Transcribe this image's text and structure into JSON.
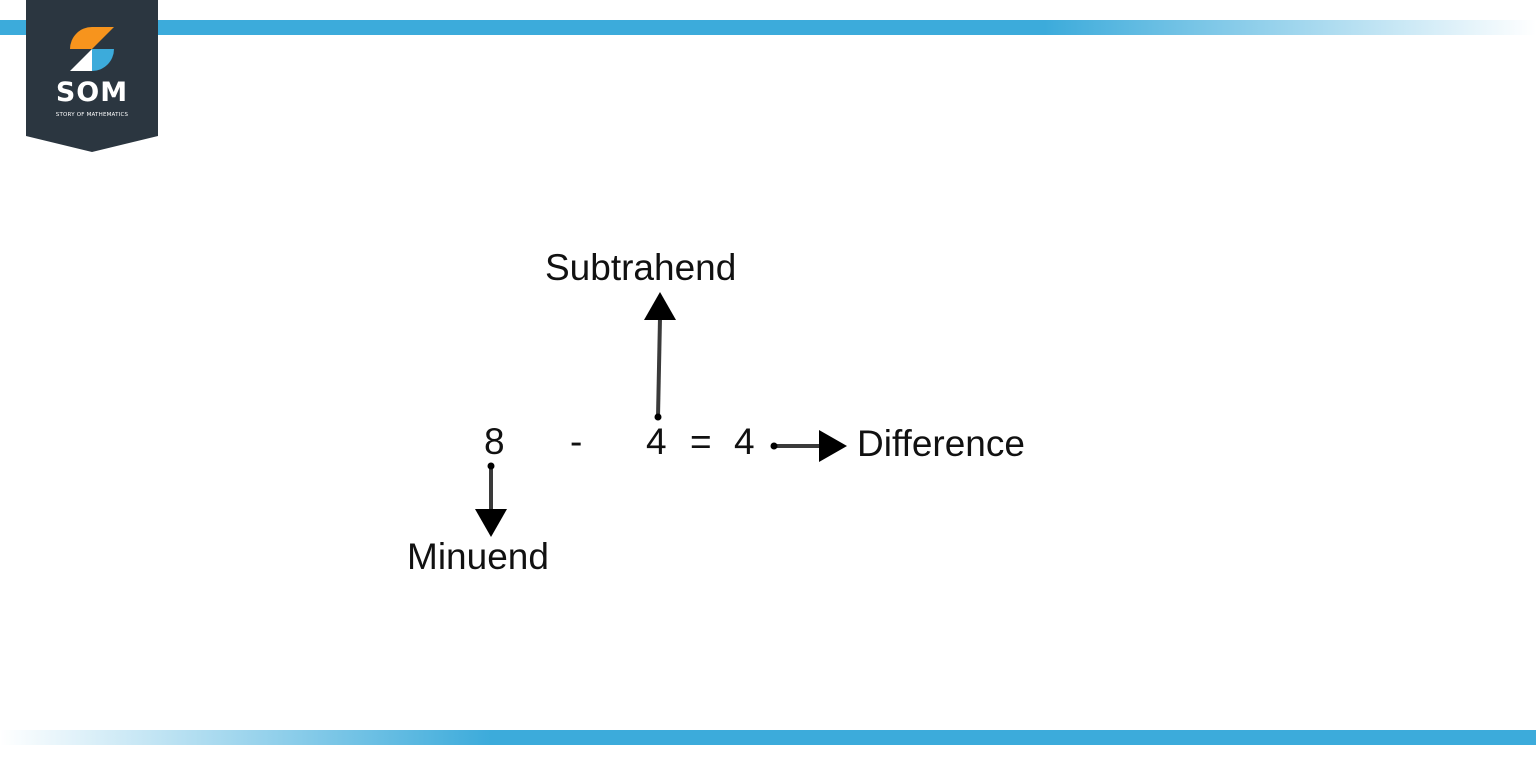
{
  "logo": {
    "name": "SOM",
    "tagline": "STORY OF MATHEMATICS",
    "colors": {
      "background": "#2b3640",
      "orange": "#f7941d",
      "blue": "#3cabdb"
    }
  },
  "equation": {
    "minuend": "8",
    "minus_sign": "-",
    "subtrahend": "4",
    "equals_sign": "=",
    "difference": "4"
  },
  "labels": {
    "subtrahend": "Subtrahend",
    "minuend": "Minuend",
    "difference": "Difference"
  },
  "colors": {
    "band": "#3cabdb",
    "text": "#111111",
    "arrow": "#3a3a3a"
  }
}
